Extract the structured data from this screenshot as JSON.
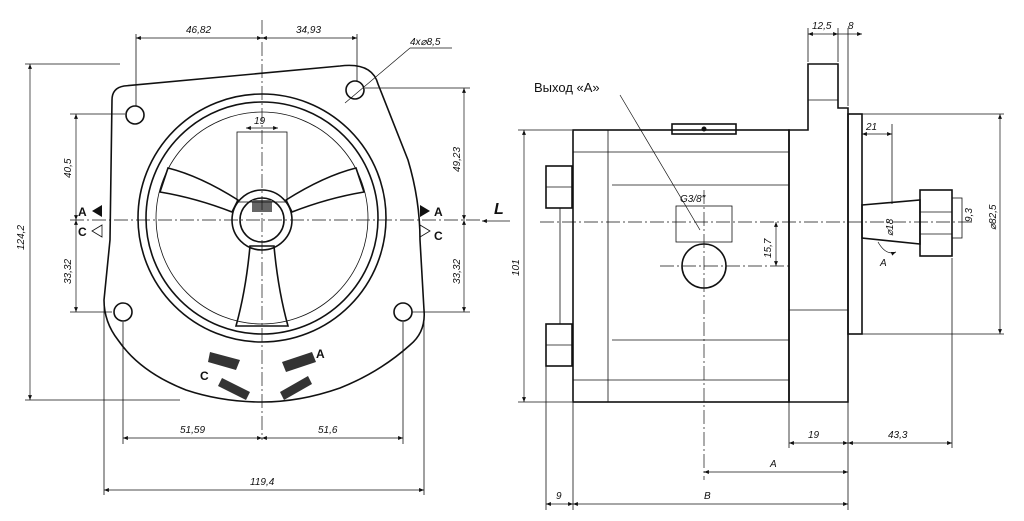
{
  "front_view": {
    "dims": {
      "top_left": "46,82",
      "top_right": "34,93",
      "holes": "4x⌀8,5",
      "shaft_width": "19",
      "left_upper": "40,5",
      "left_lower": "33,32",
      "overall_height": "124,2",
      "right_upper": "49,23",
      "right_lower": "33,32",
      "bottom_left": "51,59",
      "bottom_right": "51,6",
      "overall_width": "119,4"
    },
    "rotation": {
      "a": "A",
      "c": "C"
    },
    "sections": {
      "a": "A",
      "c": "C"
    }
  },
  "side_view": {
    "outlet_label": "Выход «А»",
    "port_thread": "G3/8\"",
    "flow_arrow": "L",
    "dims": {
      "flange_12": "12,5",
      "flange_8": "8",
      "shaft_21": "21",
      "shaft_diam": "⌀18",
      "key_9": "9,3",
      "pilot_diam": "⌀82,5",
      "port_height": "15,7",
      "body_height": "101",
      "mount_19": "19",
      "shaft_43": "43,3",
      "dim_a": "A",
      "dim_b": "B",
      "dim_9": "9",
      "shaft_rot": "A"
    }
  }
}
